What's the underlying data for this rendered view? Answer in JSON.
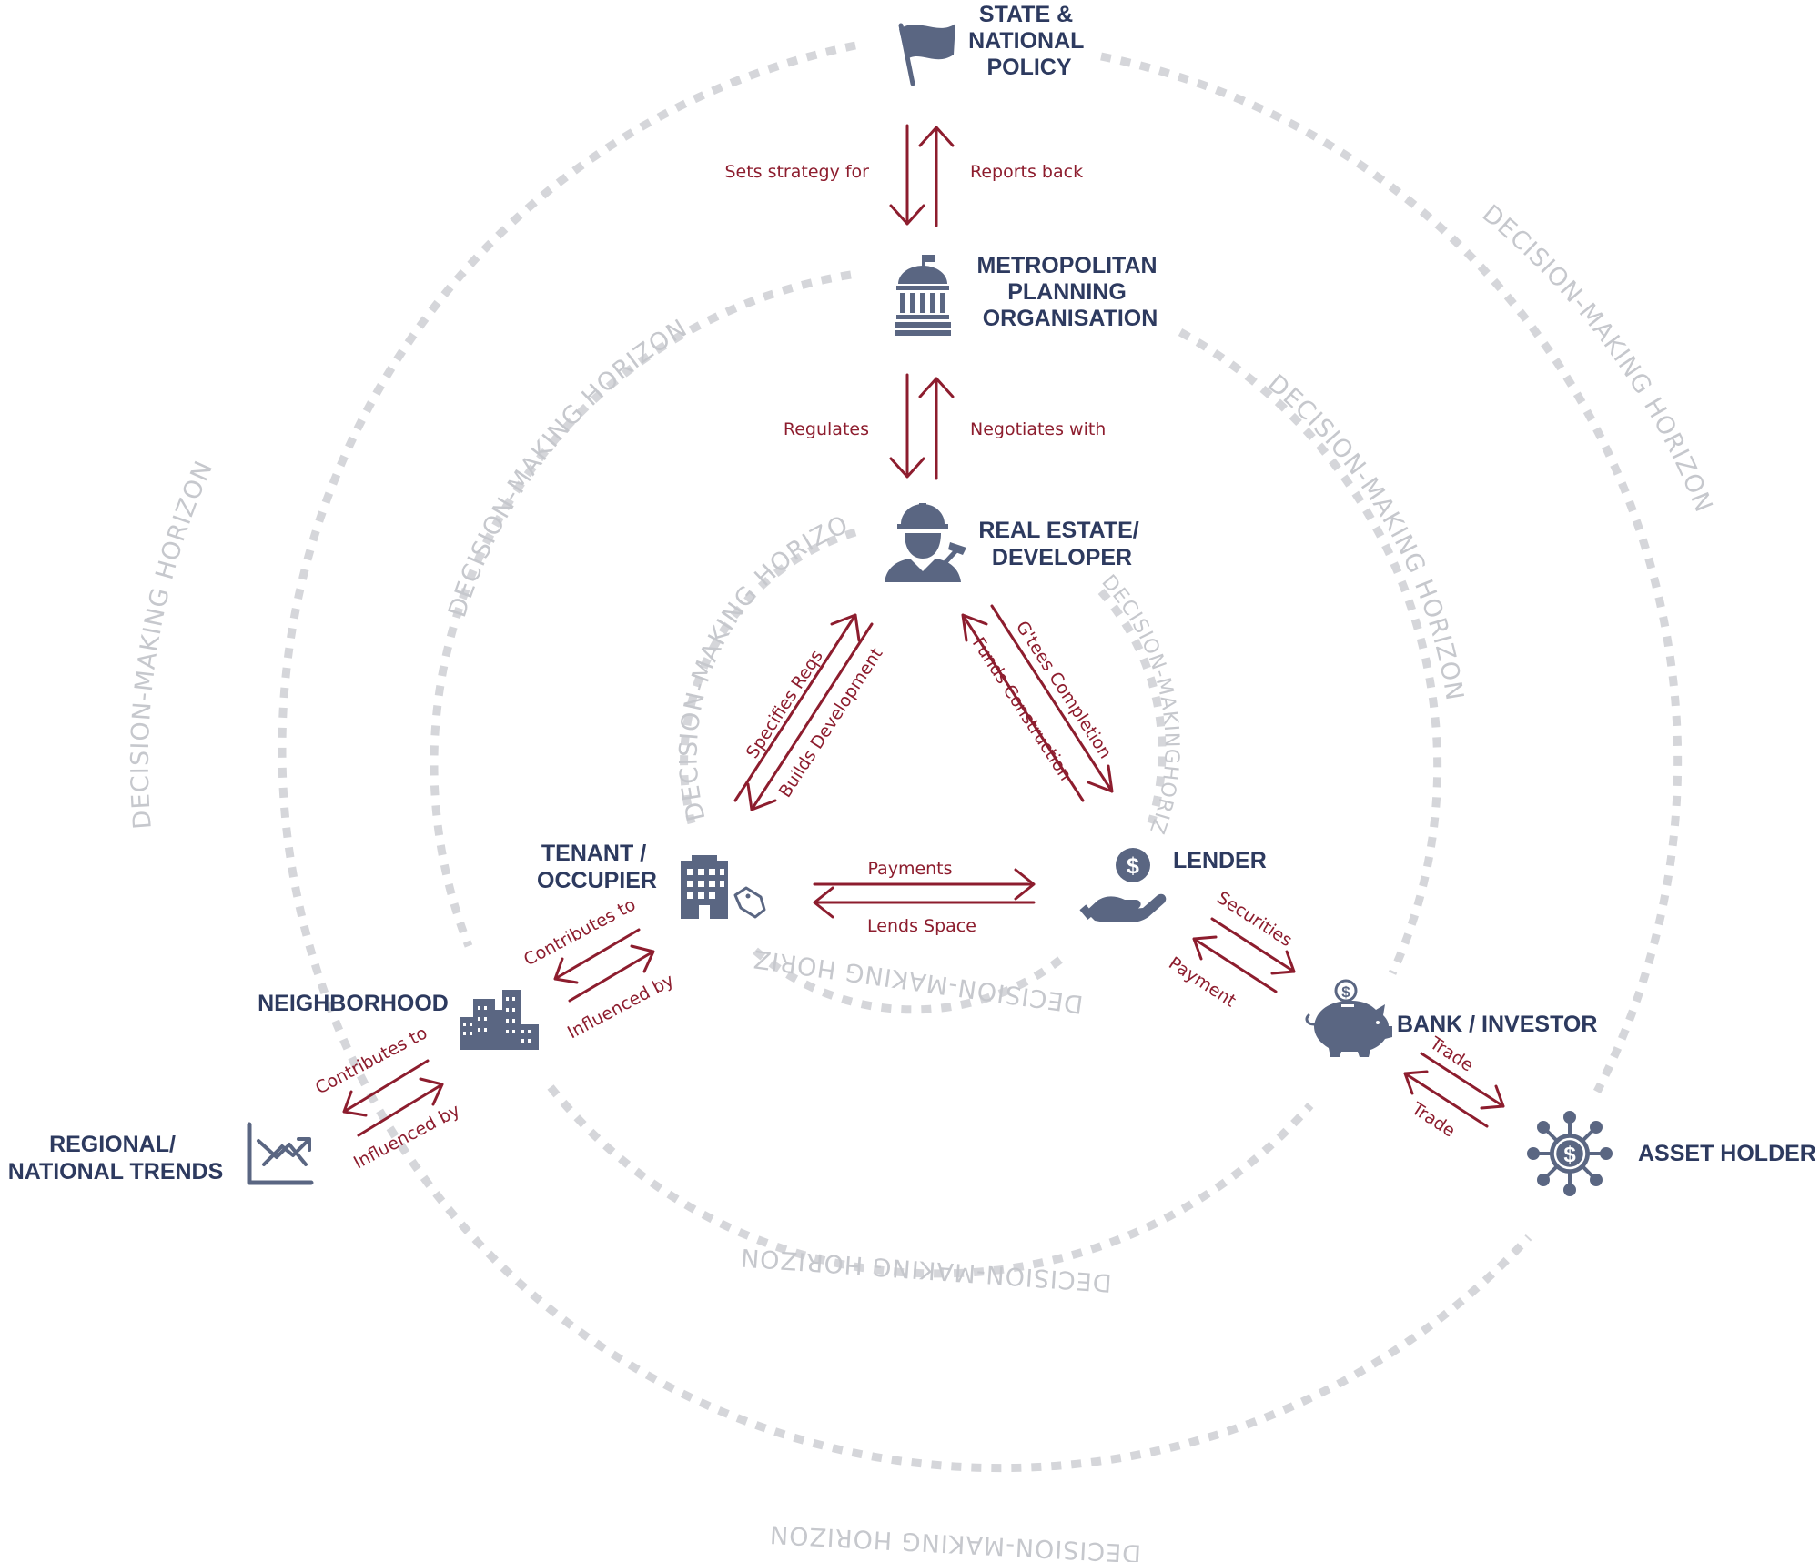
{
  "colors": {
    "node_text": "#2d3a5f",
    "edge": "#8d1d2e",
    "icon": "#5a6682",
    "horizon": "#c6c8cd"
  },
  "nodes": {
    "state_policy": {
      "lines": [
        "STATE &",
        "NATIONAL",
        "POLICY"
      ],
      "icon": "flag-icon"
    },
    "mpo": {
      "lines": [
        "METROPOLITAN",
        "PLANNING",
        "ORGANISATION"
      ],
      "icon": "government-building-icon"
    },
    "developer": {
      "lines": [
        "REAL ESTATE/",
        "DEVELOPER"
      ],
      "icon": "construction-worker-icon"
    },
    "tenant": {
      "lines": [
        "TENANT /",
        "OCCUPIER"
      ],
      "icon": "office-building-tag-icon"
    },
    "lender": {
      "lines": [
        "LENDER"
      ],
      "icon": "hand-dollar-icon"
    },
    "neighborhood": {
      "lines": [
        "NEIGHBORHOOD"
      ],
      "icon": "city-skyline-icon"
    },
    "bank": {
      "lines": [
        "BANK / INVESTOR"
      ],
      "icon": "piggy-bank-icon"
    },
    "regional": {
      "lines": [
        "REGIONAL/",
        "NATIONAL TRENDS"
      ],
      "icon": "trend-chart-icon"
    },
    "asset_holder": {
      "lines": [
        "ASSET HOLDER"
      ],
      "icon": "network-dollar-icon"
    }
  },
  "edges": {
    "sets_strategy_for": "Sets strategy for",
    "reports_back": "Reports back",
    "regulates": "Regulates",
    "negotiates_with": "Negotiates with",
    "specifies_reqs": "Specifies Reqs",
    "builds_development": "Builds Development",
    "gtees_completion": "G'tees Completion",
    "funds_construction": "Funds Construction",
    "payments": "Payments",
    "lends_space": "Lends Space",
    "tenant_contributes_to": "Contributes to",
    "tenant_influenced_by": "Influenced by",
    "neighborhood_contributes_to": "Contributes to",
    "neighborhood_influenced_by": "Influenced by",
    "securities": "Securities",
    "payment": "Payment",
    "trade_out": "Trade",
    "trade_back": "Trade"
  },
  "horizon_label": "DECISION-MAKING HORIZON",
  "horizon_label_compact": "DECISION-MAKINGHORIZON",
  "horizon_label_truncated": "DECISION-MAKING HORIZ"
}
